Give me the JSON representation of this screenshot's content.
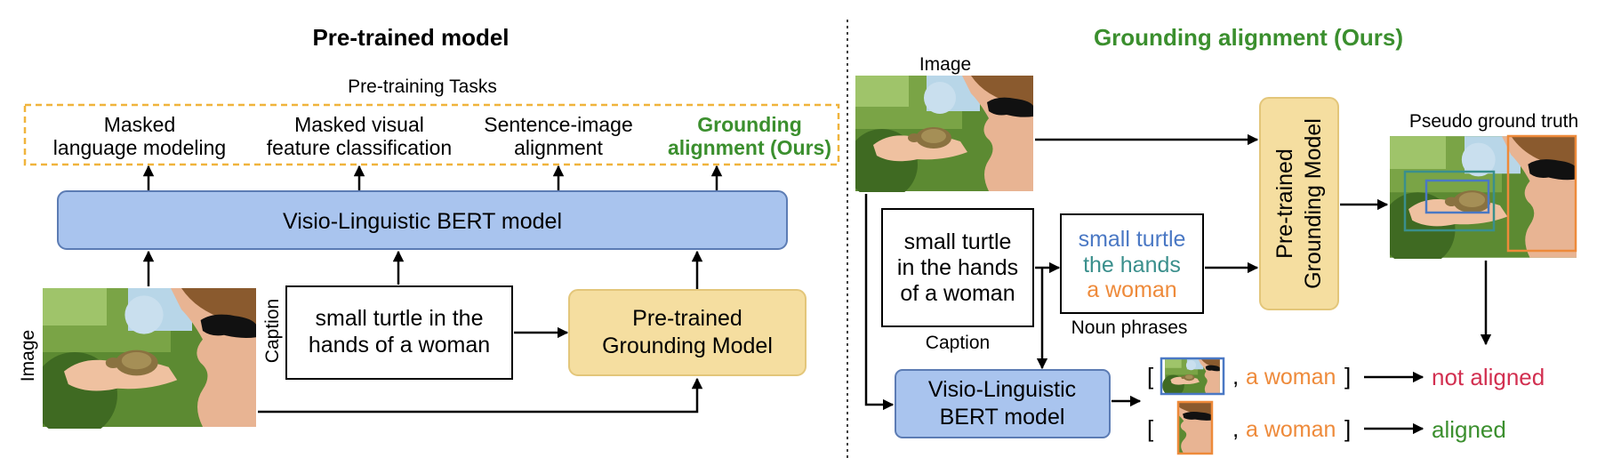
{
  "left": {
    "title": "Pre-trained model",
    "tasks_caption": "Pre-training Tasks",
    "tasks": [
      {
        "line1": "Masked",
        "line2": "language modeling"
      },
      {
        "line1": "Masked visual",
        "line2": "feature classification"
      },
      {
        "line1": "Sentence-image",
        "line2": "alignment"
      },
      {
        "line1": "Grounding",
        "line2": "alignment (Ours)"
      }
    ],
    "bert_label": "Visio-Linguistic BERT model",
    "image_label": "Image",
    "caption_label": "Caption",
    "caption_text": {
      "line1": "small turtle in the",
      "line2": "hands of a woman"
    },
    "grounding_model": {
      "line1": "Pre-trained",
      "line2": "Grounding Model"
    }
  },
  "right": {
    "title": "Grounding alignment (Ours)",
    "image_label": "Image",
    "caption_text": {
      "line1": "small turtle",
      "line2": "in the hands",
      "line3": "of a woman"
    },
    "caption_label": "Caption",
    "noun_phrases": [
      "small turtle",
      "the hands",
      "a woman"
    ],
    "noun_phrases_label": "Noun phrases",
    "grounding_model": {
      "line1": "Pre-trained",
      "line2": "Grounding Model"
    },
    "pseudo_gt_label": "Pseudo ground truth",
    "bert": {
      "line1": "Visio-Linguistic",
      "line2": "BERT model"
    },
    "results": [
      {
        "open": "[",
        "sep": ",",
        "phrase": "a woman",
        "close": "]",
        "result": "not aligned"
      },
      {
        "open": "[",
        "sep": ",",
        "phrase": "a woman",
        "close": "]",
        "result": "aligned"
      }
    ]
  },
  "colors": {
    "bert_fill": "#a9c4ee",
    "bert_stroke": "#5c7cb4",
    "grounding_fill": "#f5dea0",
    "grounding_stroke": "#e3c67a",
    "task_border": "#f0b43c",
    "green": "#3b8f2e",
    "blue": "#4a78c4",
    "teal": "#3a8f8c",
    "orange": "#ee8a3a",
    "red": "#d22f50"
  },
  "icons": [
    "photo-turtle-woman",
    "crop-turtle-hands",
    "crop-woman-face"
  ]
}
